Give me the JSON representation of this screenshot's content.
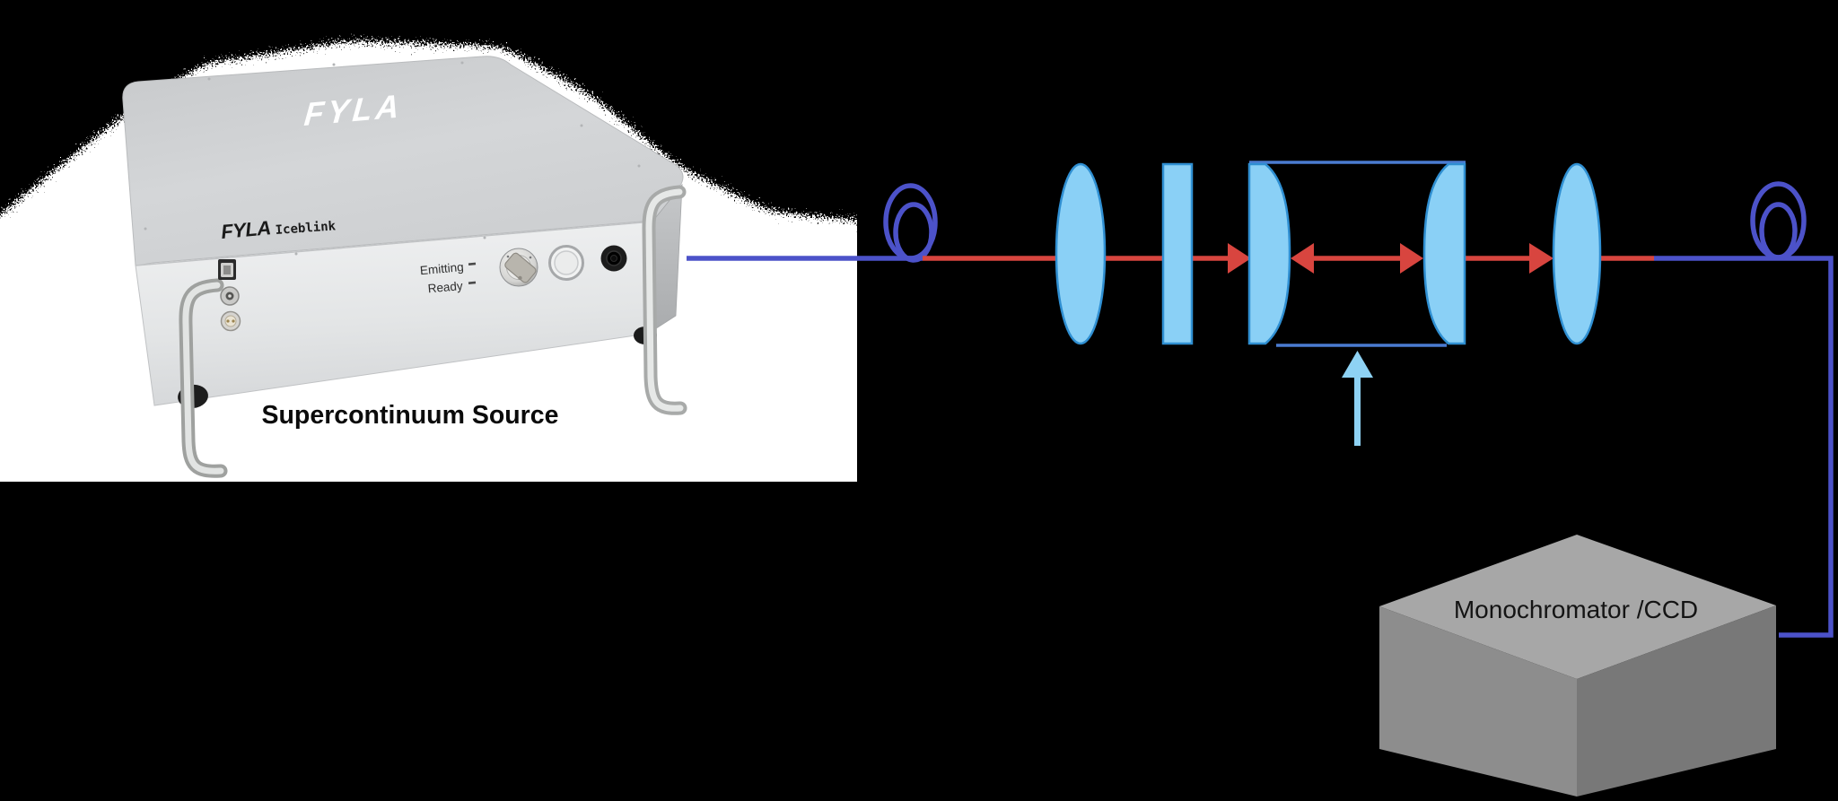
{
  "diagram": {
    "source_device": {
      "top_logo": "FYLA",
      "brand_logo": "FYLA",
      "model": "Iceblink",
      "indicator_emitting": "Emitting",
      "indicator_ready": "Ready",
      "caption": "Supercontinuum Source"
    },
    "detector": {
      "label": "Monochromator /CCD"
    },
    "colors": {
      "background": "#000000",
      "photo_background": "#ffffff",
      "fiber_blue": "#4c52c9",
      "beam_red": "#d8453f",
      "lens_fill": "#8ad0f6",
      "lens_stroke": "#2f8fd2",
      "stage_bracket_blue": "#4a7bd0",
      "pointer_light_blue": "#8ed2f4",
      "box_top_gray": "#a7a7a7",
      "box_left_gray": "#8d8d8d",
      "box_right_gray": "#787878",
      "caption_text": "#0b0b0b",
      "box_label_text": "#141414"
    }
  }
}
